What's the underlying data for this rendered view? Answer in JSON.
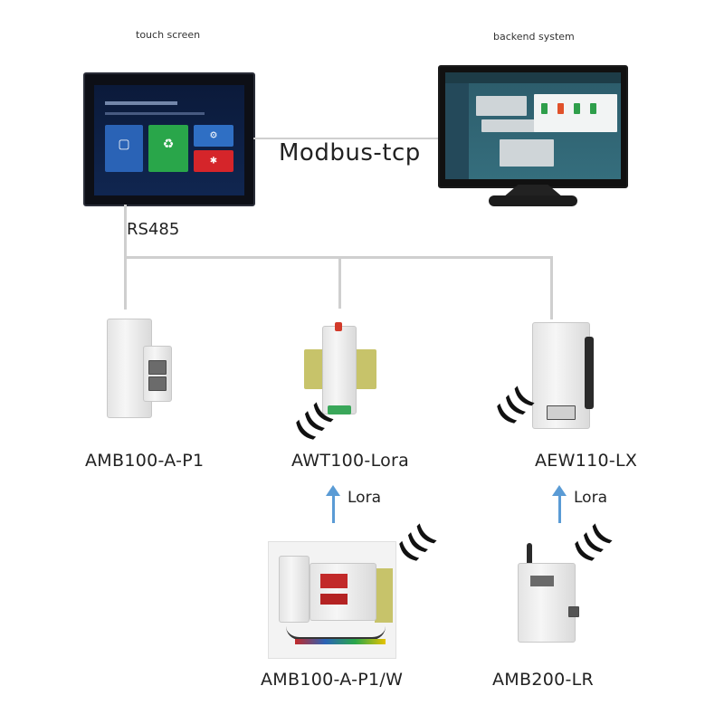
{
  "labels": {
    "touch_screen": "touch screen",
    "backend_system": "backend system",
    "modbus": "Modbus-tcp",
    "rs485": "RS485",
    "lora": "Lora"
  },
  "devices": [
    {
      "id": "amb100-a-p1",
      "label": "AMB100-A-P1"
    },
    {
      "id": "awt100-lora",
      "label": "AWT100-Lora"
    },
    {
      "id": "aew110-lx",
      "label": "AEW110-LX"
    },
    {
      "id": "amb100-a-p1-w",
      "label": "AMB100-A-P1/W"
    },
    {
      "id": "amb200-lr",
      "label": "AMB200-LR"
    }
  ],
  "links": [
    {
      "from": "touch screen",
      "to": "backend system",
      "protocol": "Modbus-tcp"
    },
    {
      "from": "touch screen",
      "to": "AMB100-A-P1",
      "protocol": "RS485"
    },
    {
      "from": "touch screen",
      "to": "AWT100-Lora",
      "protocol": "RS485"
    },
    {
      "from": "touch screen",
      "to": "AEW110-LX",
      "protocol": "RS485"
    },
    {
      "from": "AMB100-A-P1/W",
      "to": "AWT100-Lora",
      "protocol": "Lora"
    },
    {
      "from": "AMB200-LR",
      "to": "AEW110-LX",
      "protocol": "Lora"
    }
  ],
  "colors": {
    "connector_line": "#cfcfcf",
    "lora_arrow": "#5a9bd5",
    "tile_blue": "#2a63b6",
    "tile_green": "#29a64a",
    "tile_red": "#d5252a"
  },
  "icons": [
    "wireless-signal-icon",
    "monitor-icon",
    "touch-screen-icon",
    "din-rail-meter-icon"
  ]
}
